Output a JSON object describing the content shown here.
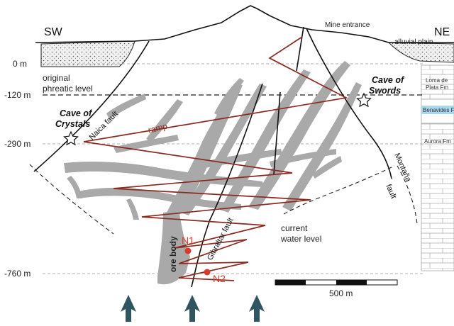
{
  "compass": {
    "left": "SW",
    "right": "NE"
  },
  "depths": {
    "d0": "0 m",
    "d120": "-120 m",
    "d290": "-290 m",
    "d760": "-760 m"
  },
  "labels": {
    "mine_entrance": "Mine entrance",
    "alluvial_plain": "alluvial plain",
    "original_phreatic_line1": "original",
    "original_phreatic_line2": "phreatic level",
    "cave_crystals_line1": "Cave of",
    "cave_crystals_line2": "Crystals",
    "cave_swords_line1": "Cave of",
    "cave_swords_line2": "Swords",
    "ramp": "ramp",
    "naica_fault": "Naica fault",
    "gibraltar_fault": "Gibraltar fault",
    "montana_fault_line1": "Montaña",
    "montana_fault_line2": "fault",
    "current_water_line1": "current",
    "current_water_line2": "water level",
    "ore_body": "ore body",
    "n1": "N1",
    "n2": "N2",
    "scale": "500 m"
  },
  "formations": {
    "loma_line1": "Loma de",
    "loma_line2": "Plata Fm",
    "benavides": "Benavides Fm",
    "aurora": "Aurora Fm"
  },
  "colors": {
    "ore": "#a9a9a9",
    "ramp": "#8b2a20",
    "points": "#d63a2a",
    "arrows": "#2f5560",
    "benavides": "#a8d8ee"
  }
}
